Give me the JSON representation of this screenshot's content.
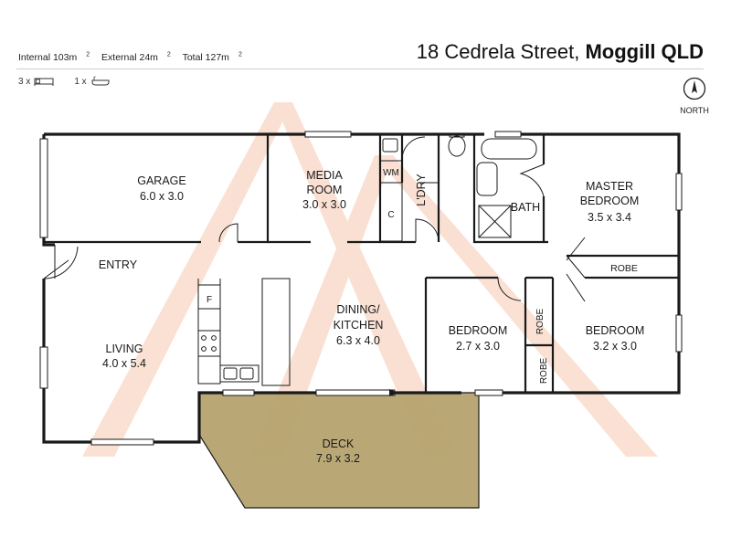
{
  "header": {
    "internal": "Internal 103m",
    "external": "External 24m",
    "total": "Total  127m",
    "sup": "2",
    "street": "18 Cedrela Street,",
    "suburb": "Moggill QLD",
    "bed_count": "3 x",
    "bath_count": "1 x",
    "north_label": "NORTH"
  },
  "rooms": {
    "garage": {
      "name": "GARAGE",
      "dims": "6.0 x 3.0"
    },
    "media": {
      "name_1": "MEDIA",
      "name_2": "ROOM",
      "dims": "3.0 x 3.0"
    },
    "wm": "WM",
    "cupboard": "C",
    "laundry": "L'DRY",
    "bath": "BATH",
    "master": {
      "name_1": "MASTER",
      "name_2": "BEDROOM",
      "dims": "3.5 x 3.4"
    },
    "robe_master": "ROBE",
    "entry": "ENTRY",
    "fridge": "F",
    "dining": {
      "name_1": "DINING/",
      "name_2": "KITCHEN",
      "dims": "6.3 x 4.0"
    },
    "living": {
      "name": "LIVING",
      "dims": "4.0 x 5.4"
    },
    "bedroom2": {
      "name": "BEDROOM",
      "dims": "2.7 x 3.0"
    },
    "robe_b2": "ROBE",
    "robe_b3": "ROBE",
    "bedroom3": {
      "name": "BEDROOM",
      "dims": "3.2 x 3.0"
    },
    "deck": {
      "name": "DECK",
      "dims": "7.9 x 3.2"
    }
  },
  "colors": {
    "wall": "#1a1a1a",
    "deck_fill": "#b3a16a",
    "watermark": "#f6c3a8"
  }
}
